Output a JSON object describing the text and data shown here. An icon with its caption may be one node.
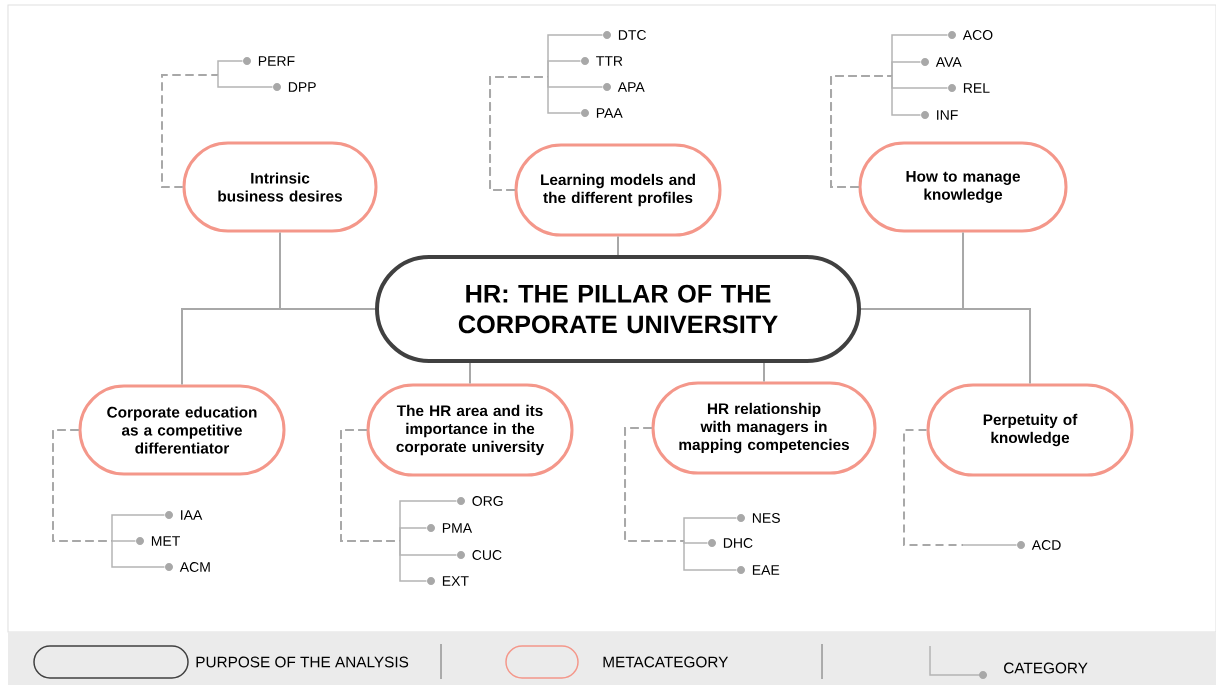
{
  "diagram": {
    "nodes": [
      {
        "text": [
          "HR: THE PILLAR OF THE CORPORATE UNIVERSITY"
        ]
      },
      {
        "text": [
          "Intrinsic business desires"
        ]
      },
      {
        "text": [
          "Learning models and the different profiles"
        ]
      },
      {
        "text": [
          "How to manage knowledge"
        ]
      },
      {
        "text": [
          "Corporate education as a competitive differentiator"
        ]
      },
      {
        "text": [
          "The HR area and its importance in the corporate university"
        ]
      },
      {
        "text": [
          "HR relationship with managers in mapping competencies"
        ]
      },
      {
        "text": [
          "Perpetuity of knowledge"
        ]
      },
      {
        "text": [
          "PERF"
        ]
      },
      {
        "text": [
          "DPP"
        ]
      },
      {
        "text": [
          "DTC"
        ]
      },
      {
        "text": [
          "TTR"
        ]
      },
      {
        "text": [
          "APA"
        ]
      },
      {
        "text": [
          "PAA"
        ]
      },
      {
        "text": [
          "ACO"
        ]
      },
      {
        "text": [
          "AVA"
        ]
      },
      {
        "text": [
          "REL"
        ]
      },
      {
        "text": [
          "INF"
        ]
      },
      {
        "text": [
          "IAA"
        ]
      },
      {
        "text": [
          "MET"
        ]
      },
      {
        "text": [
          "ACM"
        ]
      },
      {
        "text": [
          "ORG"
        ]
      },
      {
        "text": [
          "PMA"
        ]
      },
      {
        "text": [
          "CUC"
        ]
      },
      {
        "text": [
          "EXT"
        ]
      },
      {
        "text": [
          "NES"
        ]
      },
      {
        "text": [
          "DHC"
        ]
      },
      {
        "text": [
          "EAE"
        ]
      },
      {
        "text": [
          "ACD"
        ]
      }
    ],
    "edges": [
      {
        "from": 0,
        "to": 1,
        "arrow": "none"
      },
      {
        "from": 0,
        "to": 2,
        "arrow": "none"
      },
      {
        "from": 0,
        "to": 3,
        "arrow": "none"
      },
      {
        "from": 0,
        "to": 4,
        "arrow": "none"
      },
      {
        "from": 0,
        "to": 5,
        "arrow": "none"
      },
      {
        "from": 0,
        "to": 6,
        "arrow": "none"
      },
      {
        "from": 0,
        "to": 7,
        "arrow": "none"
      },
      {
        "from": 1,
        "to": 8,
        "arrow": "none",
        "style": "dashed"
      },
      {
        "from": 1,
        "to": 9,
        "arrow": "none",
        "style": "dashed"
      },
      {
        "from": 2,
        "to": 10,
        "arrow": "none",
        "style": "dashed"
      },
      {
        "from": 2,
        "to": 11,
        "arrow": "none",
        "style": "dashed"
      },
      {
        "from": 2,
        "to": 12,
        "arrow": "none",
        "style": "dashed"
      },
      {
        "from": 2,
        "to": 13,
        "arrow": "none",
        "style": "dashed"
      },
      {
        "from": 3,
        "to": 14,
        "arrow": "none",
        "style": "dashed"
      },
      {
        "from": 3,
        "to": 15,
        "arrow": "none",
        "style": "dashed"
      },
      {
        "from": 3,
        "to": 16,
        "arrow": "none",
        "style": "dashed"
      },
      {
        "from": 3,
        "to": 17,
        "arrow": "none",
        "style": "dashed"
      },
      {
        "from": 4,
        "to": 18,
        "arrow": "none",
        "style": "dashed"
      },
      {
        "from": 4,
        "to": 19,
        "arrow": "none",
        "style": "dashed"
      },
      {
        "from": 4,
        "to": 20,
        "arrow": "none",
        "style": "dashed"
      },
      {
        "from": 5,
        "to": 21,
        "arrow": "none",
        "style": "dashed"
      },
      {
        "from": 5,
        "to": 22,
        "arrow": "none",
        "style": "dashed"
      },
      {
        "from": 5,
        "to": 23,
        "arrow": "none",
        "style": "dashed"
      },
      {
        "from": 5,
        "to": 24,
        "arrow": "none",
        "style": "dashed"
      },
      {
        "from": 6,
        "to": 25,
        "arrow": "none",
        "style": "dashed"
      },
      {
        "from": 6,
        "to": 26,
        "arrow": "none",
        "style": "dashed"
      },
      {
        "from": 6,
        "to": 27,
        "arrow": "none",
        "style": "dashed"
      },
      {
        "from": 7,
        "to": 28,
        "arrow": "none",
        "style": "dashed"
      }
    ],
    "legend": [
      {
        "text": "PURPOSE OF THE ANALYSIS"
      },
      {
        "text": "METACATEGORY"
      },
      {
        "text": "CATEGORY"
      }
    ]
  }
}
